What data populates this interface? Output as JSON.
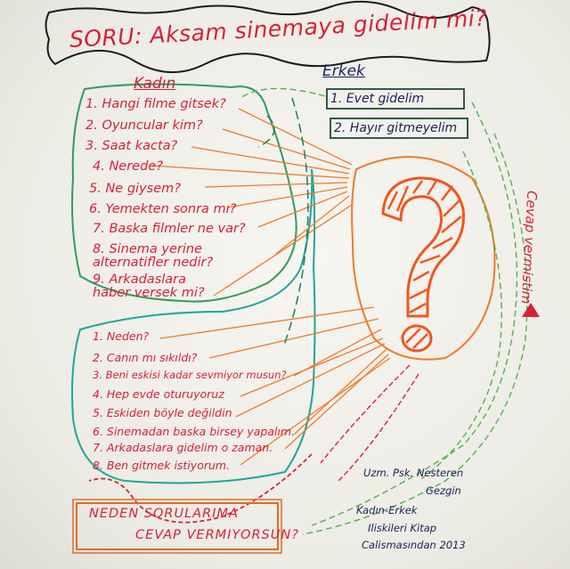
{
  "title": "SORU: Aksam sinemaya gidelim mi?",
  "women": {
    "label": "Kadın",
    "first_questions": [
      "1. Hangi filme gitsek?",
      "2. Oyuncular kim?",
      "3. Saat kacta?",
      "4. Nerede?",
      "5. Ne giysem?",
      "6. Yemekten sonra mı?",
      "7. Baska filmler ne var?",
      "8. Sinema yerine alternatifler nedir?",
      "9. Arkadaslara haber versek mi?"
    ],
    "second_questions": [
      "1. Neden?",
      "2. Canın mı sıkıldı?",
      "3. Beni eskisi kadar sevmiyor musun?",
      "4. Hep evde oturuyoruz",
      "5. Eskiden böyle değildin",
      "6. Sinemadan baska birsey yapalım.",
      "7. Arkadaslara gidelim o zaman.",
      "8. Ben gitmek istiyorum."
    ],
    "conclusion": {
      "line1": "NEDEN SORULARIMA",
      "line2": "CEVAP VERMIYORSUN?"
    }
  },
  "men": {
    "label": "Erkek",
    "options": [
      "1. Evet gidelim",
      "2. Hayır gitmeyelim"
    ]
  },
  "answered_label": "Cevap vermistim",
  "credit": [
    "Uzm. Psk. Nesteren",
    "Gezgin",
    "Kadın-Erkek",
    "Iliskileri Kitap",
    "Calismasından 2013"
  ],
  "colors": {
    "title_ink": "#d6213a",
    "women_ink": "#d6213a",
    "men_ink": "#1c2258",
    "outline_green": "#2f9e5a",
    "arrow_orange": "#f07a2a",
    "arrow_green": "#56b04a",
    "question_mark": "#f0561f"
  }
}
